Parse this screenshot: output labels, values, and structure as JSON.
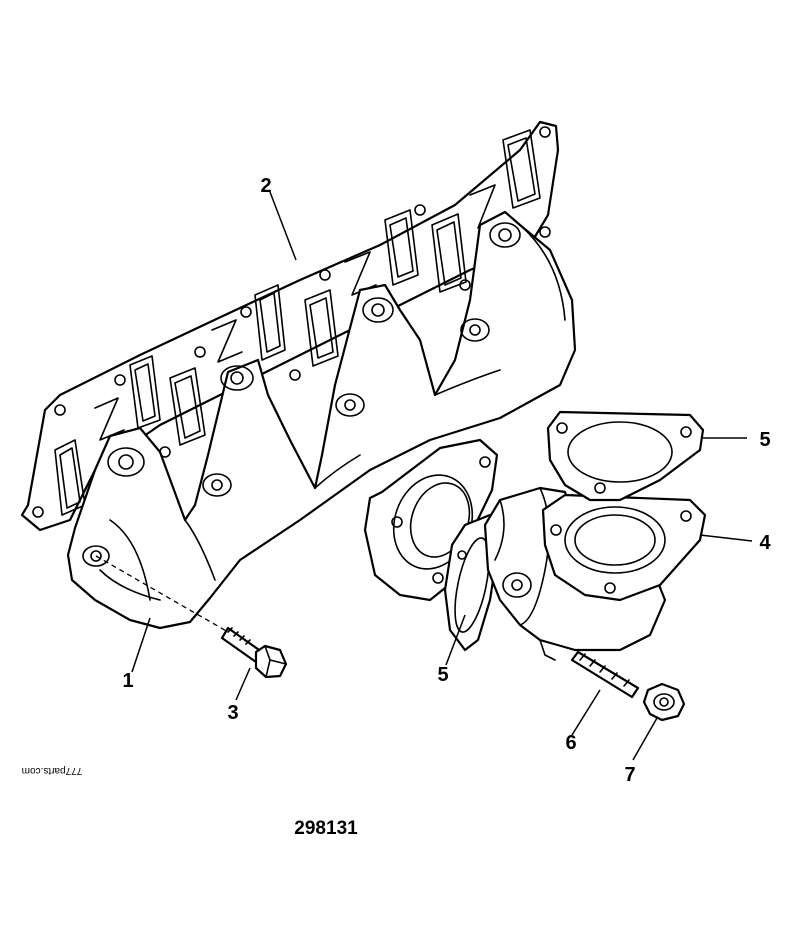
{
  "callouts": {
    "c1": "1",
    "c2": "2",
    "c3": "3",
    "c4": "4",
    "c5a": "5",
    "c5b": "5",
    "c6": "6",
    "c7": "7"
  },
  "figure_number": "298131",
  "watermark": "777parts.com"
}
